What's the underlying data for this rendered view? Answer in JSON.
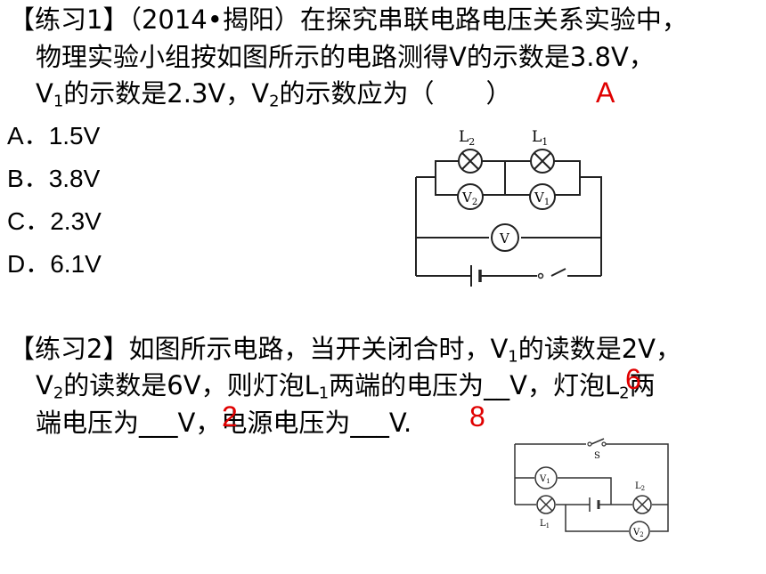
{
  "exercise1": {
    "line1": "【练习1】（2014•揭阳）在探究串联电路电压关系实验中，",
    "line2": "物理实验小组按如图所示的电路测得V的示数是3.8V，",
    "line3_a": "V",
    "line3_sub1": "1",
    "line3_b": "的示数是2.3V，V",
    "line3_sub2": "2",
    "line3_c": "的示数应为（　　）",
    "answer": "A",
    "options": [
      {
        "letter": "A．",
        "value": "1.5V"
      },
      {
        "letter": "B．",
        "value": "3.8V"
      },
      {
        "letter": "C．",
        "value": "2.3V"
      },
      {
        "letter": "D．",
        "value": "6.1V"
      }
    ],
    "figure": {
      "L2": "L",
      "L2_sub": "2",
      "L1": "L",
      "L1_sub": "1",
      "V2": "V",
      "V2_sub": "2",
      "V1": "V",
      "V1_sub": "1",
      "V": "V"
    }
  },
  "exercise2": {
    "line1_a": "【练习2】如图所示电路，当开关闭合时，V",
    "line1_sub": "1",
    "line1_b": "的读数是2V，",
    "line2_a": "V",
    "line2_sub1": "2",
    "line2_b": "的读数是6V，则灯泡L",
    "line2_sub2": "1",
    "line2_c": "两端的电压为__V，灯泡L",
    "line2_sub3": "2",
    "line2_d": "两",
    "line3": "端电压为___V，电源电压为___V.",
    "answer1": "6",
    "answer2": "2",
    "answer3": "8",
    "figure": {
      "S": "S",
      "V1": "V",
      "V1_sub": "1",
      "L2": "L",
      "L2_sub": "2",
      "L1": "L",
      "L1_sub": "1",
      "V2": "V",
      "V2_sub": "2"
    }
  }
}
